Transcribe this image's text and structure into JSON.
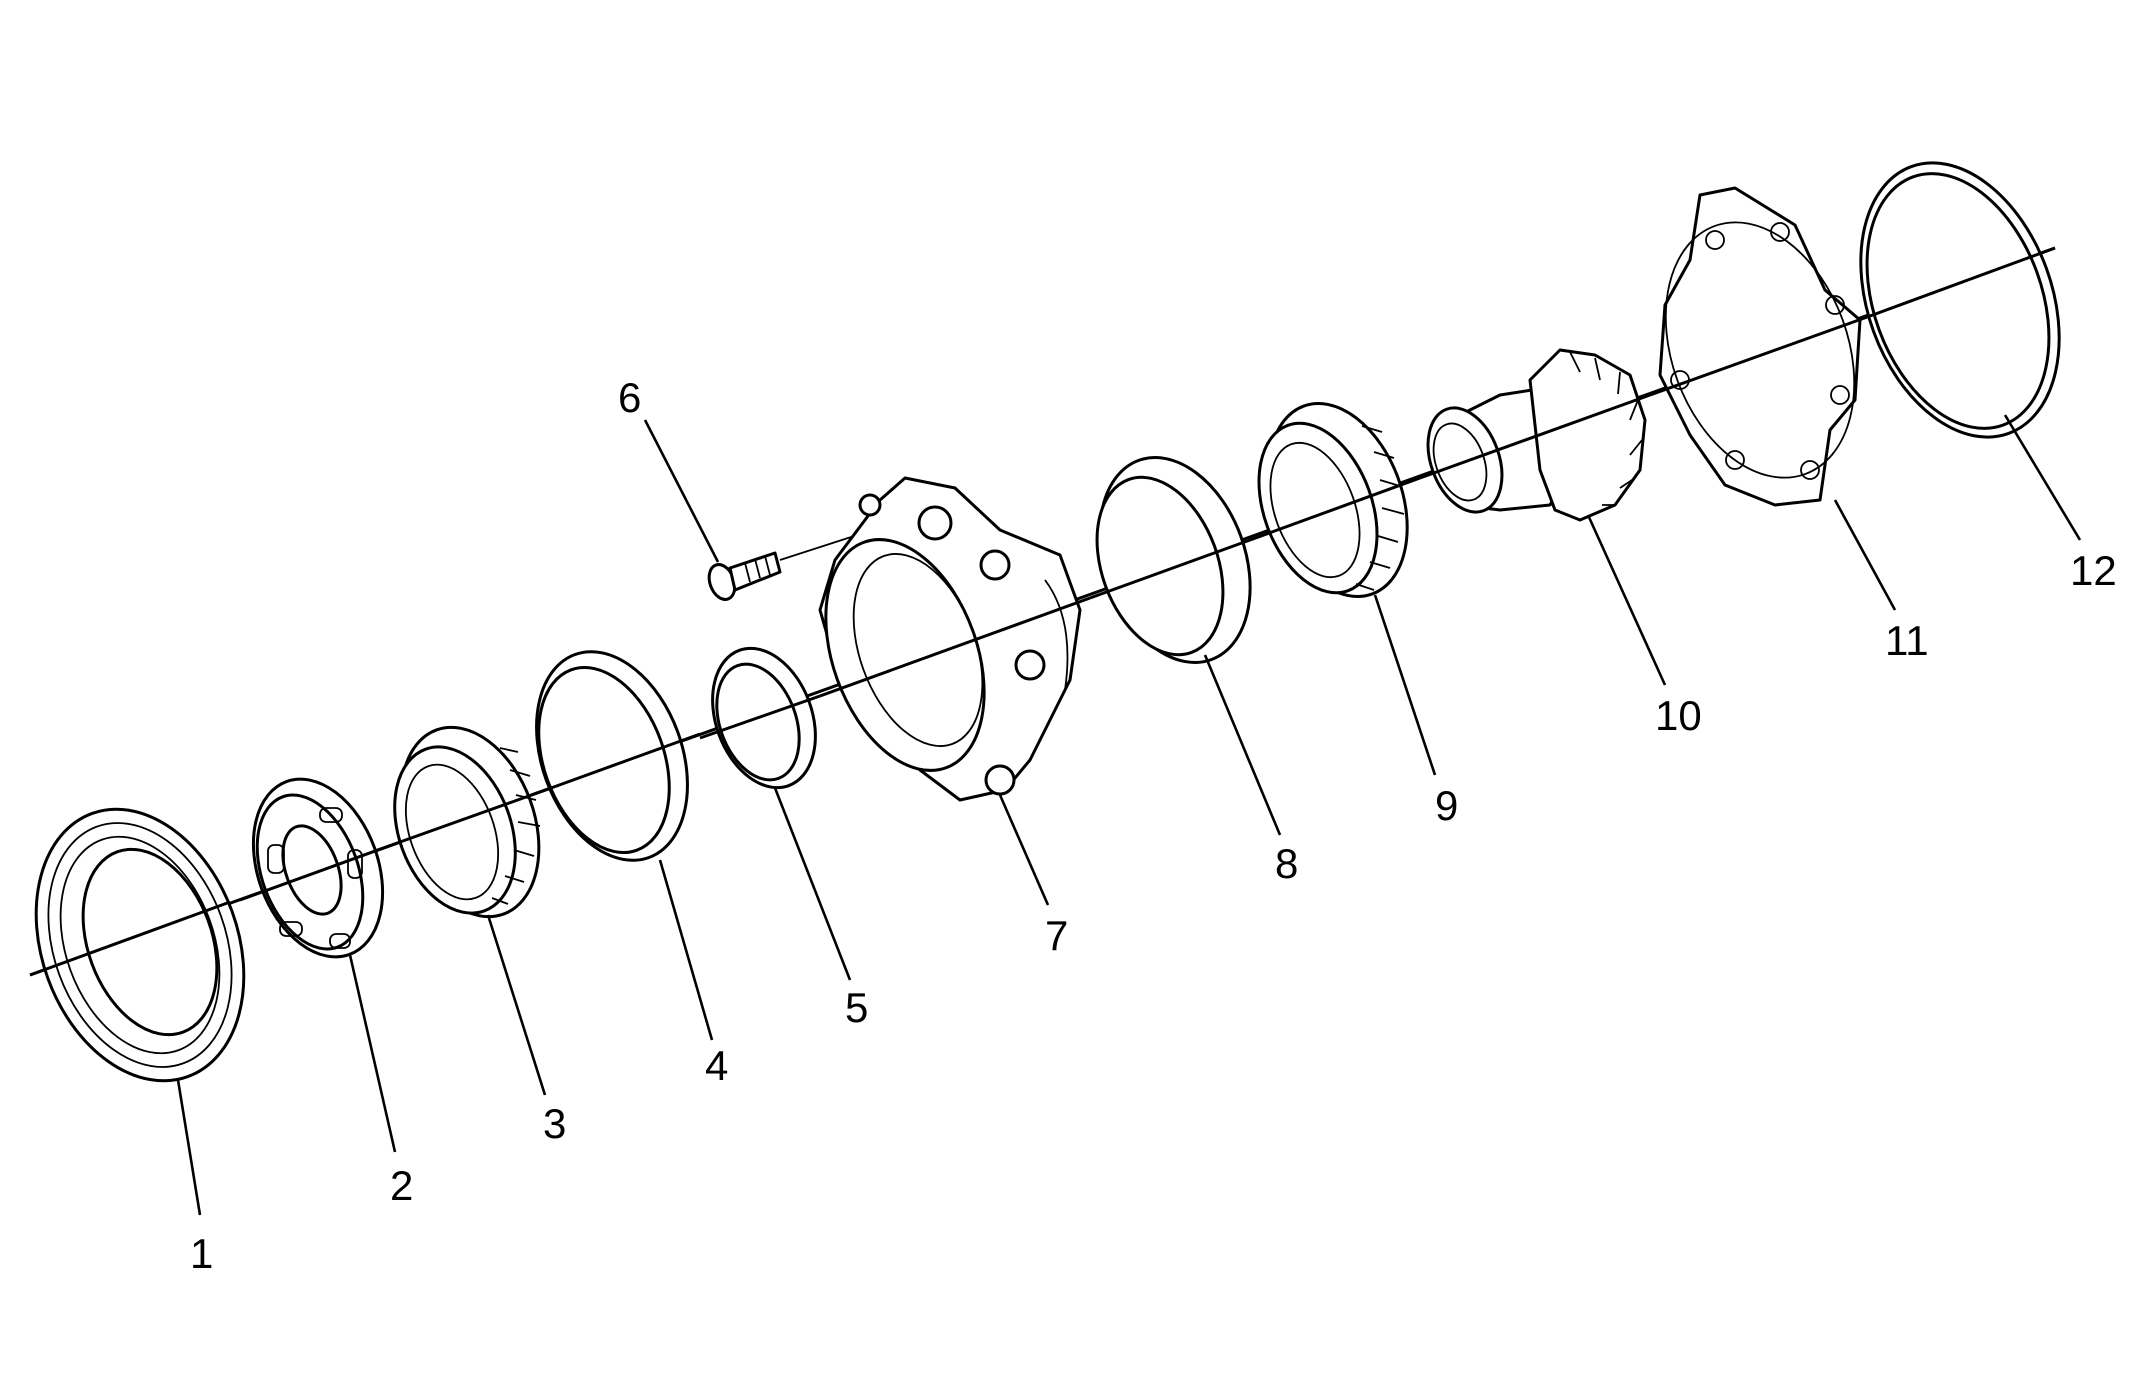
{
  "diagram": {
    "callouts": [
      {
        "id": 1,
        "label": "1"
      },
      {
        "id": 2,
        "label": "2"
      },
      {
        "id": 3,
        "label": "3"
      },
      {
        "id": 4,
        "label": "4"
      },
      {
        "id": 5,
        "label": "5"
      },
      {
        "id": 6,
        "label": "6"
      },
      {
        "id": 7,
        "label": "7"
      },
      {
        "id": 8,
        "label": "8"
      },
      {
        "id": 9,
        "label": "9"
      },
      {
        "id": 10,
        "label": "10"
      },
      {
        "id": 11,
        "label": "11"
      },
      {
        "id": 12,
        "label": "12"
      }
    ]
  },
  "colors": {
    "line": "#000000",
    "background": "#ffffff"
  }
}
